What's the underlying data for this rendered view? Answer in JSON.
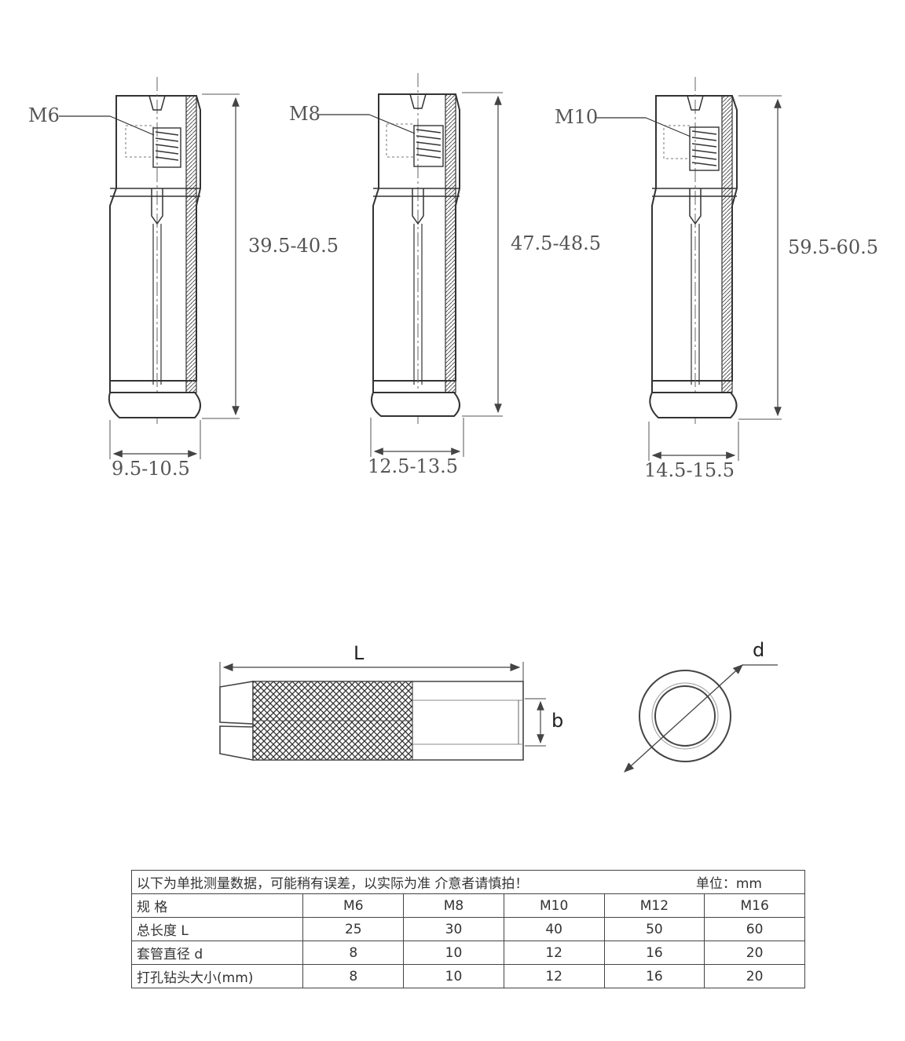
{
  "anchors": [
    {
      "thread": "M6",
      "length": "39.5-40.5",
      "diameter": "9.5-10.5"
    },
    {
      "thread": "M8",
      "length": "47.5-48.5",
      "diameter": "12.5-13.5"
    },
    {
      "thread": "M10",
      "length": "59.5-60.5",
      "diameter": "14.5-15.5"
    }
  ],
  "section_labels": {
    "length": "L",
    "bore": "b",
    "diameter": "d"
  },
  "table": {
    "note": "以下为单批测量数据，可能稍有误差，以实际为准 介意者请慎拍！",
    "unit": "单位：mm",
    "header": {
      "label": "规 格",
      "sizes": [
        "M6",
        "M8",
        "M10",
        "M12",
        "M16"
      ]
    },
    "rows": [
      {
        "label": "总长度 L",
        "values": [
          "25",
          "30",
          "40",
          "50",
          "60"
        ]
      },
      {
        "label": "套管直径 d",
        "values": [
          "8",
          "10",
          "12",
          "16",
          "20"
        ]
      },
      {
        "label": "打孔钻头大小(mm)",
        "values": [
          "8",
          "10",
          "12",
          "16",
          "20"
        ]
      }
    ]
  }
}
